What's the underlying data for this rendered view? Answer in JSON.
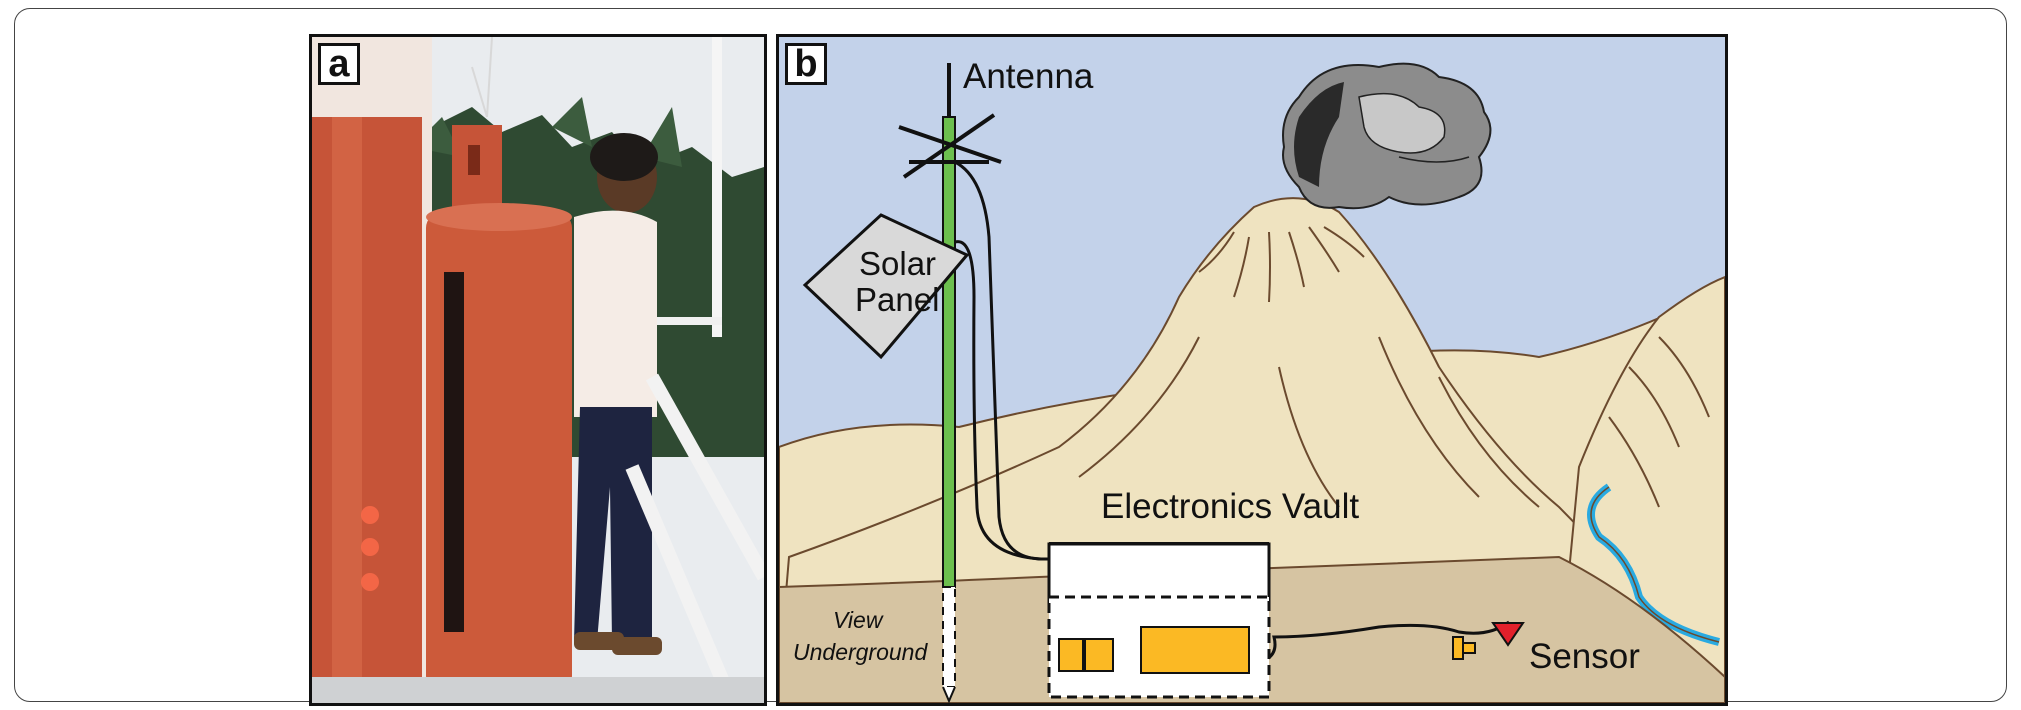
{
  "panel_a": {
    "label": "a"
  },
  "panel_b": {
    "label": "b",
    "labels": {
      "antenna": "Antenna",
      "solar_panel_line1": "Solar",
      "solar_panel_line2": "Panel",
      "electronics_vault": "Electronics Vault",
      "view_underground_line1": "View",
      "view_underground_line2": "Underground",
      "sensor": "Sensor"
    }
  },
  "colors": {
    "sky": "#c3d2ea",
    "sand": "#efe3c0",
    "ground": "#d6c4a2",
    "mast": "#6cbf4e",
    "electronics": "#fbb924",
    "river": "#29aae1",
    "sensor_marker": "#e2202b",
    "ash": "#9a9a9a",
    "orange_canister": "#cc5a3a"
  }
}
